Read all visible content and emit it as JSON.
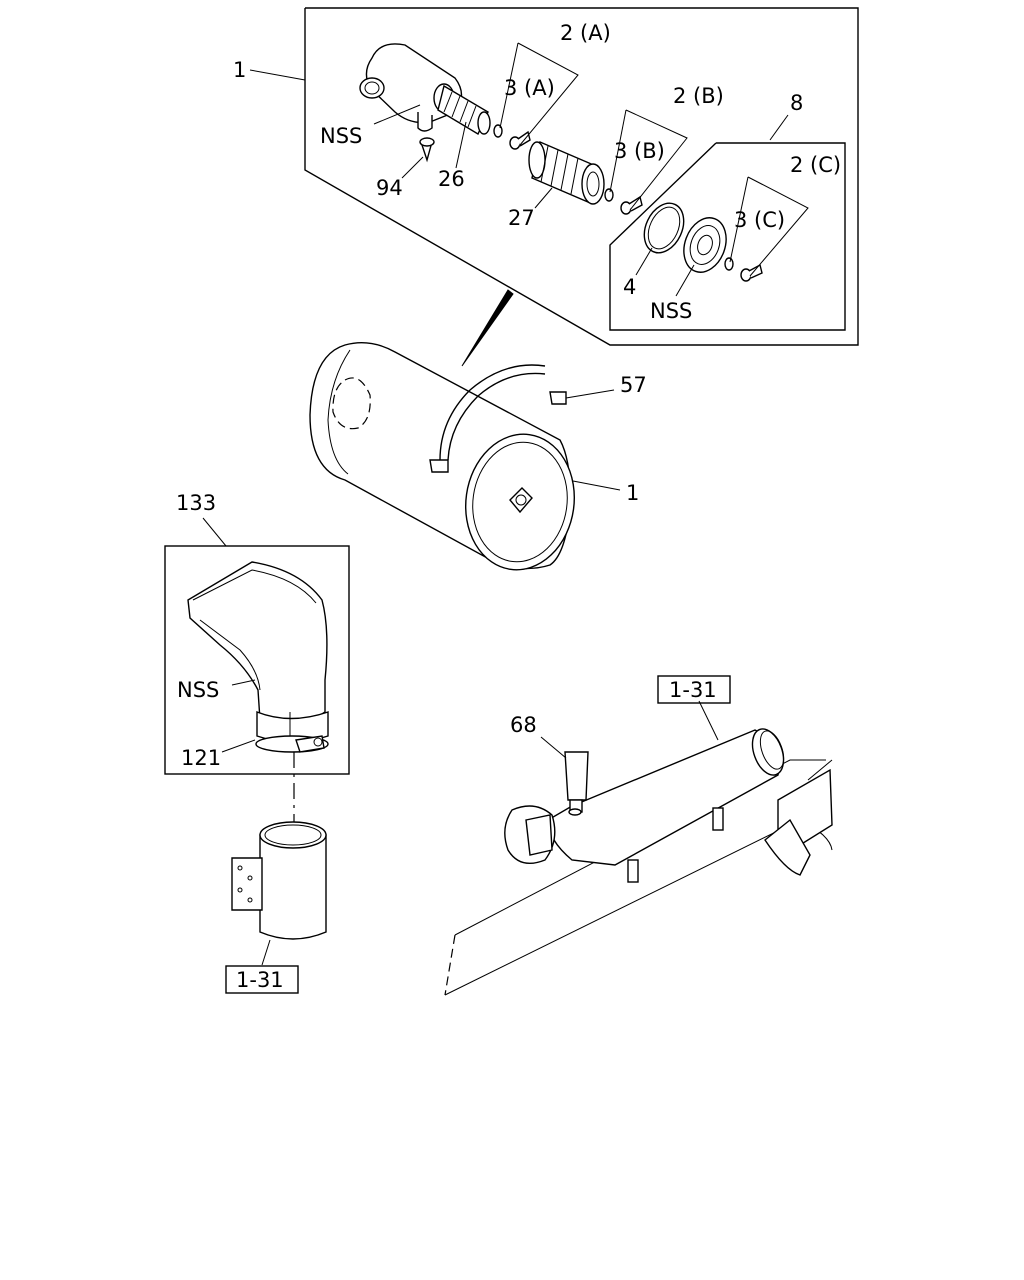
{
  "labels": {
    "l_1_top": "1",
    "l_2a": "2 (A)",
    "l_3a": "3 (A)",
    "l_2b": "2 (B)",
    "l_3b": "3 (B)",
    "l_8": "8",
    "l_2c": "2 (C)",
    "l_3c": "3 (C)",
    "l_nss_housing": "NSS",
    "l_26": "26",
    "l_94": "94",
    "l_27": "27",
    "l_4": "4",
    "l_nss_cover": "NSS",
    "l_57": "57",
    "l_1_main": "1",
    "l_133": "133",
    "l_nss_elbow": "NSS",
    "l_121": "121",
    "l_68": "68",
    "l_ref_1_31_right": "1-31",
    "l_ref_1_31_bottom": "1-31"
  }
}
